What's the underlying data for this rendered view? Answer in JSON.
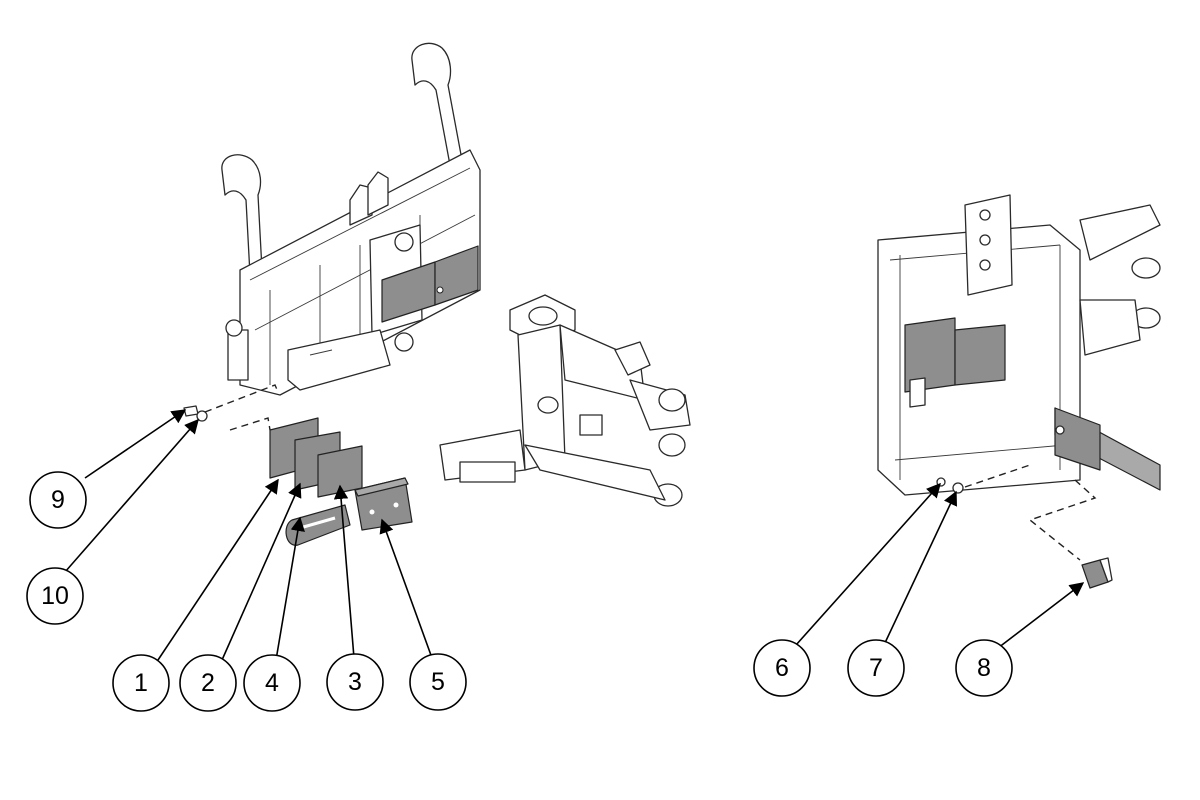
{
  "callouts": [
    {
      "id": "9",
      "label": "9"
    },
    {
      "id": "10",
      "label": "10"
    },
    {
      "id": "1",
      "label": "1"
    },
    {
      "id": "2",
      "label": "2"
    },
    {
      "id": "4",
      "label": "4"
    },
    {
      "id": "3",
      "label": "3"
    },
    {
      "id": "5",
      "label": "5"
    },
    {
      "id": "6",
      "label": "6"
    },
    {
      "id": "7",
      "label": "7"
    },
    {
      "id": "8",
      "label": "8"
    }
  ]
}
